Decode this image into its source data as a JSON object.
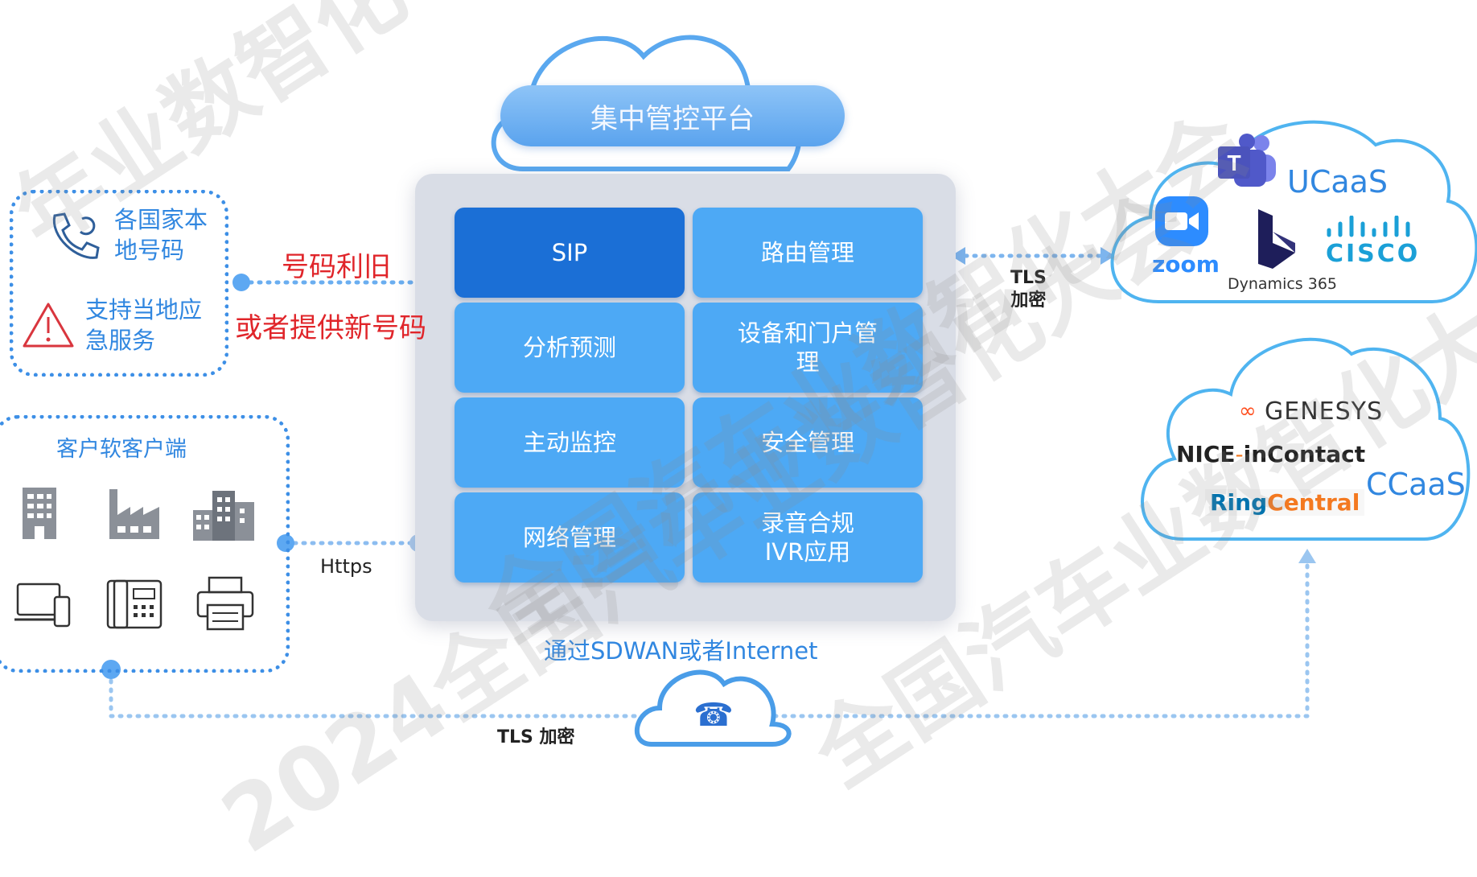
{
  "platform": {
    "title": "集中管控平台",
    "tiles": [
      "SIP",
      "路由管理",
      "分析预测",
      "设备和门户管\n理",
      "主动监控",
      "安全管理",
      "网络管理",
      "录音合规\nIVR应用"
    ]
  },
  "left_top": {
    "item1": "各国家本\n地号码",
    "item2": "支持当地应\n急服务"
  },
  "number_note": {
    "line1": "号码利旧",
    "line2": "或者提供新号码"
  },
  "client_box": {
    "title": "客户软客户端"
  },
  "https_label": "Https",
  "tls_right": "TLS\n加密",
  "tls_bottom": "TLS 加密",
  "network_label": "通过SDWAN或者Internet",
  "ucaas": {
    "label": "UCaaS",
    "zoom": "zoom",
    "dynamics": "Dynamics 365",
    "cisco": "CISCO"
  },
  "ccaas": {
    "label": "CCaaS",
    "genesys": "GENESYS",
    "nice_1": "NICE",
    "nice_2": "inContact",
    "ring_1": "Ring",
    "ring_2": "Central"
  },
  "watermarks": [
    "年业数智化",
    "全国汽车业数智化大会",
    "2024全国汽车业数智化大会",
    "全国汽车业数智化大会"
  ],
  "colors": {
    "accent": "#3187e0",
    "tile": "#4da9f5",
    "tile_dark": "#1b6fd6",
    "red": "#e0252a"
  }
}
